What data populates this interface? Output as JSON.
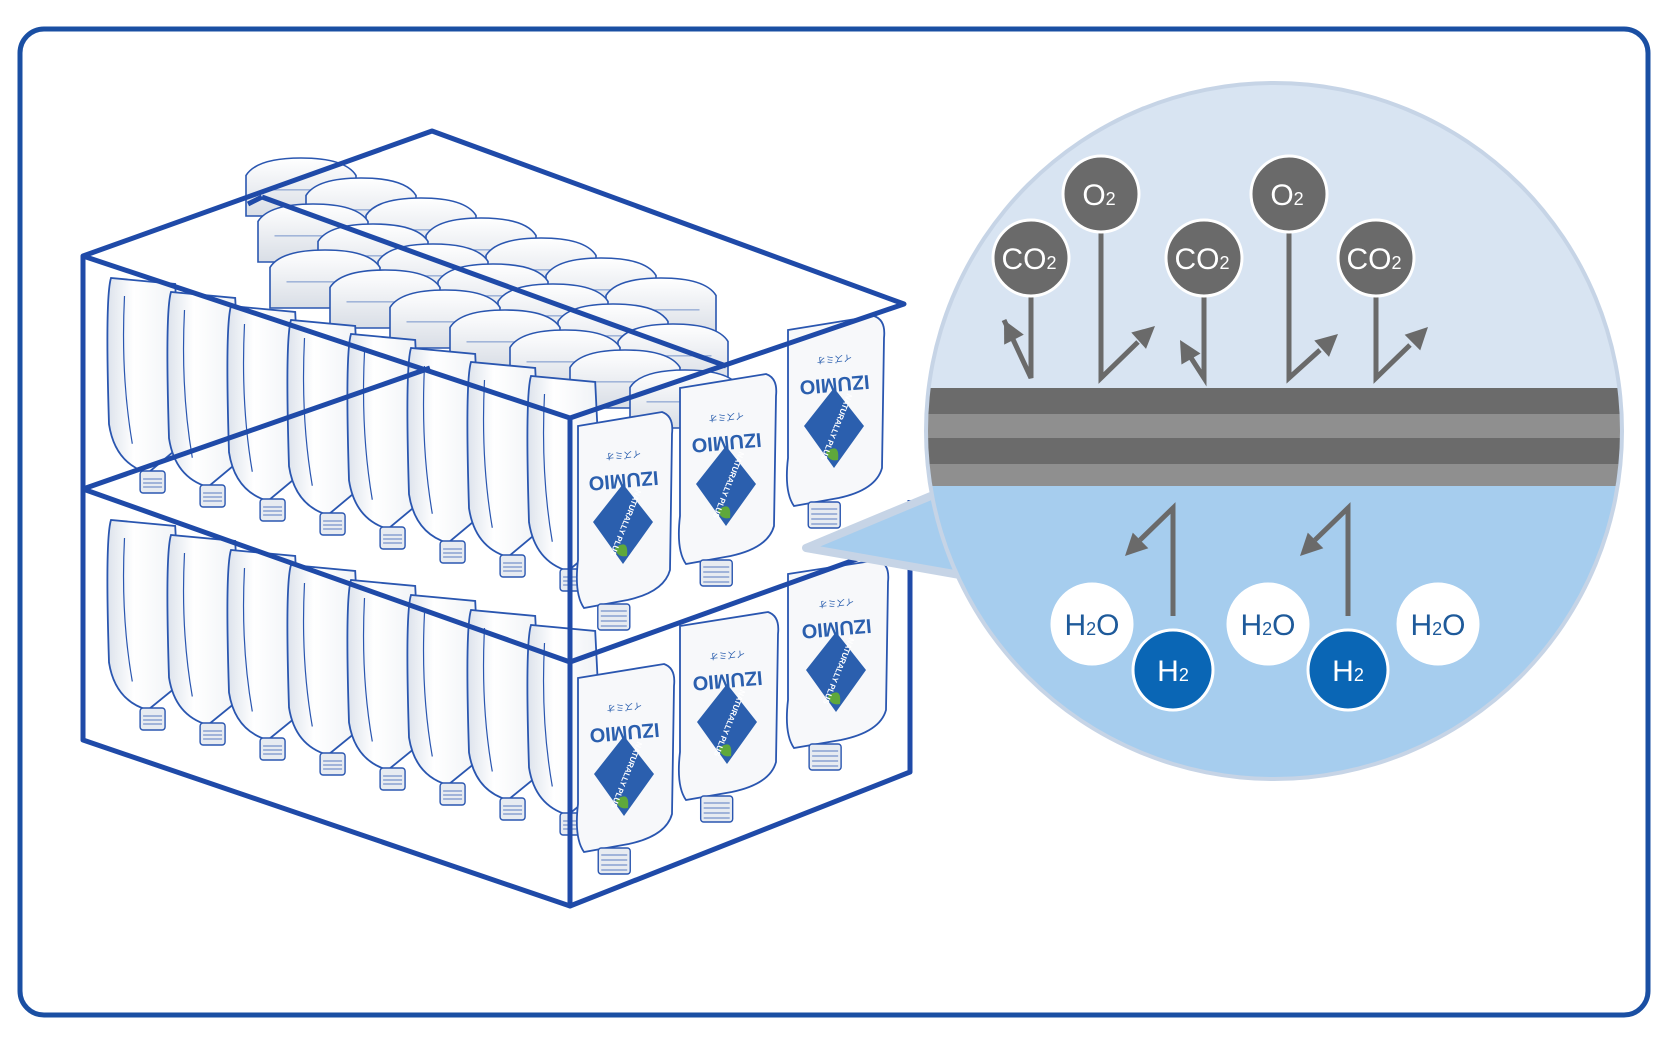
{
  "colors": {
    "frame": "#1a4fa3",
    "container_line": "#1f4aa8",
    "pouch_line": "#2a56b0",
    "pouch_fill": "#f7f8fa",
    "pouch_shade": "#dde3ec",
    "bubble_upper": "#d8e4f2",
    "bubble_lower": "#a6cdee",
    "bubble_border": "#c6d4e6",
    "membrane_dark": "#6b6b6b",
    "membrane_light": "#8f8f8f",
    "gas_molecule": "#6a6a6a",
    "arrow": "#6a6a6a",
    "h2o_molecule": "#ffffff",
    "h2_molecule": "#0a66b5",
    "logo_badge": "#2b5fae",
    "logo_leaf": "#5fa83b"
  },
  "pouch_label": {
    "brand": "IZUMIO",
    "sub": "NATURALLY PLUS",
    "maker": "イズミオ"
  },
  "molecules_top": [
    {
      "label": "CO",
      "sub": "2",
      "kind": "co2"
    },
    {
      "label": "O",
      "sub": "2",
      "kind": "o2"
    },
    {
      "label": "CO",
      "sub": "2",
      "kind": "co2"
    },
    {
      "label": "O",
      "sub": "2",
      "kind": "o2"
    },
    {
      "label": "CO",
      "sub": "2",
      "kind": "co2"
    }
  ],
  "molecules_bottom": [
    {
      "label": "H",
      "sub": "2",
      "tail": "O",
      "kind": "h2o"
    },
    {
      "label": "H",
      "sub": "2",
      "kind": "h2"
    },
    {
      "label": "H",
      "sub": "2",
      "tail": "O",
      "kind": "h2o"
    },
    {
      "label": "H",
      "sub": "2",
      "kind": "h2"
    },
    {
      "label": "H",
      "sub": "2",
      "tail": "O",
      "kind": "h2o"
    }
  ]
}
